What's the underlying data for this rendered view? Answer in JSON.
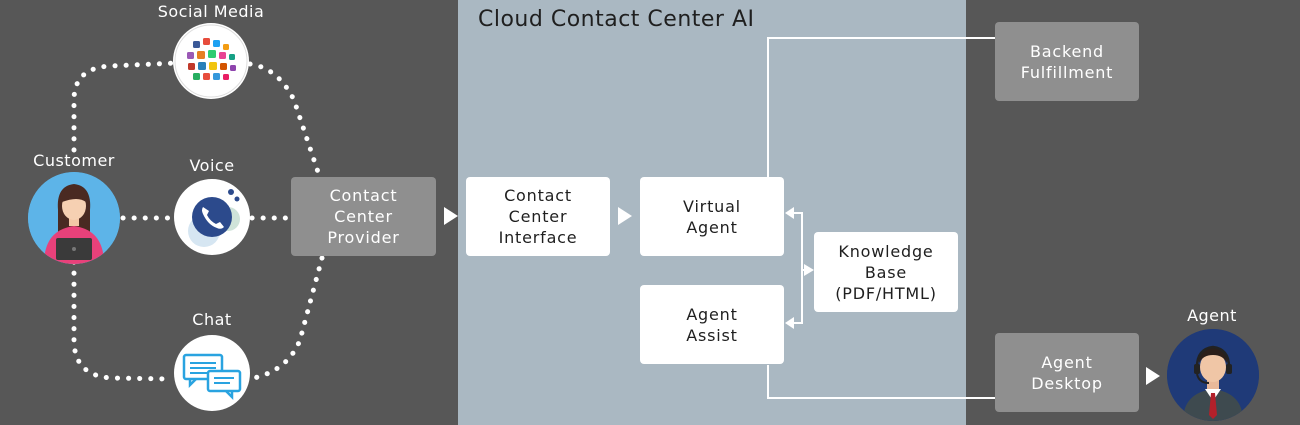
{
  "panel": {
    "title": "Cloud Contact Center AI"
  },
  "labels": {
    "social_media": "Social Media",
    "customer": "Customer",
    "voice": "Voice",
    "chat": "Chat",
    "agent": "Agent"
  },
  "boxes": {
    "contact_center_provider": "Contact\nCenter\nProvider",
    "contact_center_interface": "Contact\nCenter\nInterface",
    "virtual_agent": "Virtual\nAgent",
    "agent_assist": "Agent\nAssist",
    "knowledge_base": "Knowledge\nBase\n(PDF/HTML)",
    "backend_fulfillment": "Backend\nFulfillment",
    "agent_desktop": "Agent\nDesktop"
  },
  "colors": {
    "background": "#575757",
    "ai_panel": "#aab8c2",
    "grey_box": "#8f8f8f",
    "white_box": "#ffffff"
  }
}
